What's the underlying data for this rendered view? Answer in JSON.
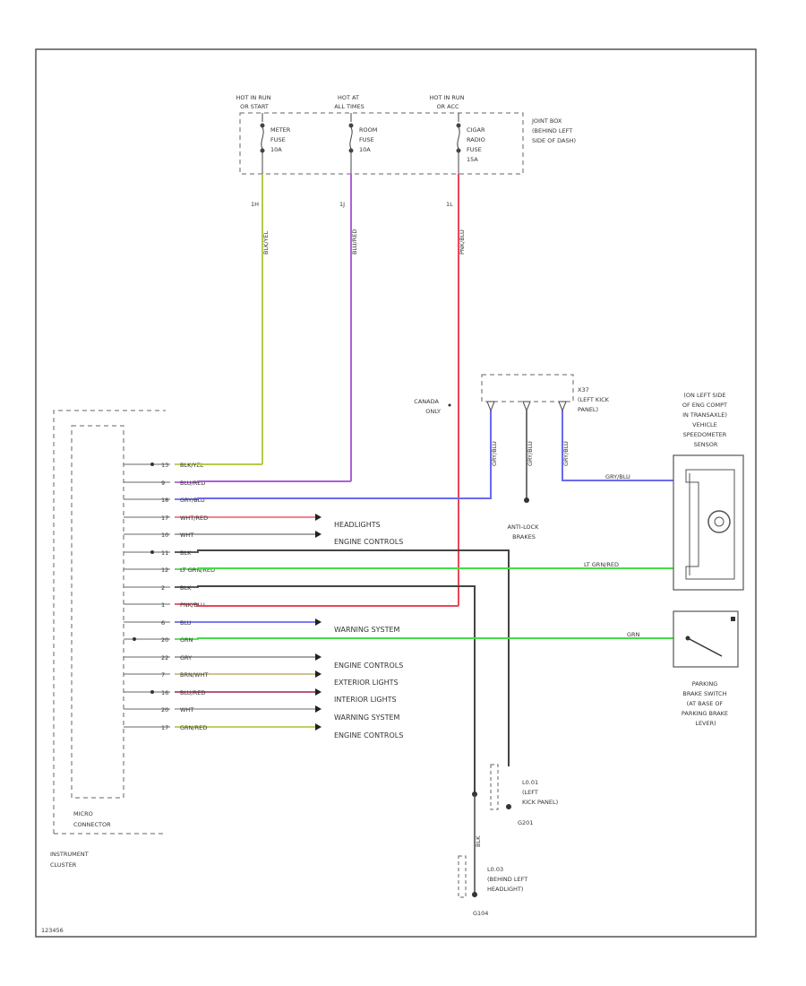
{
  "fuses": {
    "f1": {
      "hot": [
        "HOT IN RUN",
        "OR START"
      ],
      "name": [
        "METER",
        "FUSE",
        "10A"
      ]
    },
    "f2": {
      "hot": [
        "HOT AT",
        "ALL TIMES"
      ],
      "name": [
        "ROOM",
        "FUSE",
        "10A"
      ]
    },
    "f3": {
      "hot": [
        "HOT IN RUN",
        "OR ACC"
      ],
      "name": [
        "CIGAR",
        "RADIO",
        "FUSE",
        "15A"
      ]
    },
    "junction": [
      "JOINT BOX",
      "(BEHIND LEFT",
      "SIDE OF DASH)"
    ]
  },
  "top_wires": {
    "w1": "BLK/YEL",
    "w2": "BLU/RED",
    "w3": "PNK/BLU",
    "pin1": "1H",
    "pin2": "1J",
    "pin3": "1L"
  },
  "cluster": {
    "label": [
      "INSTRUMENT",
      "CLUSTER"
    ],
    "connector": [
      "MICRO",
      "CONNECTOR"
    ]
  },
  "cluster_rows": [
    {
      "pin": "13",
      "wire": "BLK/YEL"
    },
    {
      "pin": "9",
      "wire": "BLU/RED"
    },
    {
      "pin": "18",
      "wire": "GRY/BLU"
    },
    {
      "pin": "17",
      "wire": "WHT/RED"
    },
    {
      "pin": "10",
      "wire": "WHT"
    },
    {
      "pin": "11",
      "wire": "BLK"
    },
    {
      "pin": "12",
      "wire": "LT GRN/RED"
    },
    {
      "pin": "2",
      "wire": "BLK"
    },
    {
      "pin": "1",
      "wire": "PNK/BLU"
    },
    {
      "pin": "6",
      "wire": "BLU"
    },
    {
      "pin": "20",
      "wire": "GRN"
    },
    {
      "pin": "22",
      "wire": "GRY"
    },
    {
      "pin": "7",
      "wire": "BRN/WHT"
    },
    {
      "pin": "16",
      "wire": "BLU/RED"
    },
    {
      "pin": "20",
      "wire": "WHT"
    },
    {
      "pin": "17",
      "wire": "GRN/RED"
    }
  ],
  "destinations": {
    "headlights": "HEADLIGHTS",
    "engine1": "ENGINE CONTROLS",
    "warning1": "WARNING SYSTEM",
    "engine2": "ENGINE CONTROLS",
    "exterior": "EXTERIOR LIGHTS",
    "interior": "INTERIOR LIGHTS",
    "warning2": "WARNING SYSTEM",
    "engine3": "ENGINE CONTROLS"
  },
  "abs": {
    "canada": [
      "CANADA",
      "ONLY"
    ],
    "connector": [
      "X37",
      "(LEFT KICK",
      "PANEL)"
    ],
    "label": [
      "ANTI-LOCK",
      "BRAKES"
    ],
    "wires": [
      "GRY/BLU",
      "GRY/BLU",
      "GRY/BLU"
    ]
  },
  "sensor": {
    "label": [
      "(ON LEFT SIDE",
      "OF ENG COMPT",
      "IN TRANSAXLE)",
      "VEHICLE",
      "SPEEDOMETER",
      "SENSOR"
    ],
    "wire_top": "GRY/BLU",
    "wire_bottom": "LT GRN/RED"
  },
  "brake": {
    "label": [
      "PARKING",
      "BRAKE SWITCH",
      "(AT BASE OF",
      "PARKING BRAKE",
      "LEVER)"
    ],
    "wire": "GRN"
  },
  "grounds": {
    "g1": {
      "label": [
        "L0.01",
        "(LEFT",
        "KICK PANEL)"
      ],
      "id": "G201"
    },
    "g2": {
      "label": [
        "L0.03",
        "(BEHIND LEFT",
        "HEADLIGHT)"
      ],
      "id": "G104"
    },
    "g_wire": "BLK"
  },
  "footer": "123456",
  "colors": {
    "yellow": "#b8c94a",
    "violet": "#b060d8",
    "red": "#e84858",
    "blue": "#6a6af0",
    "green": "#44dd44",
    "gray": "#444444",
    "pink": "#f07080"
  }
}
